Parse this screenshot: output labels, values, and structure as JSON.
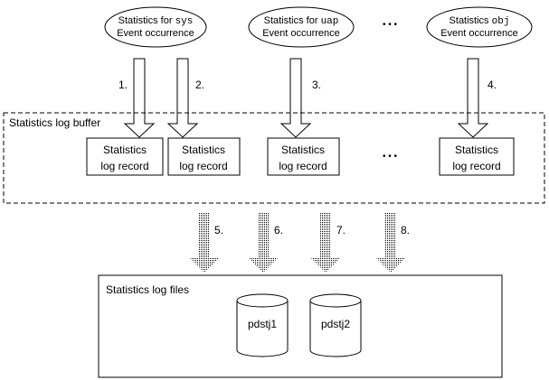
{
  "events": [
    {
      "prefix": "Statistics for ",
      "code": "sys",
      "suffix": "",
      "line2": "Event occurrence"
    },
    {
      "prefix": "Statistics for ",
      "code": "uap",
      "suffix": "",
      "line2": "Event occurrence"
    },
    {
      "prefix": "Statistics ",
      "code": "obj",
      "suffix": "",
      "line2": "Event occurrence"
    }
  ],
  "top_ellipsis": "• • •",
  "write_steps": [
    "1.",
    "2.",
    "3.",
    "4."
  ],
  "buffer": {
    "title": "Statistics log buffer",
    "record_line1": "Statistics",
    "record_line2": "log record",
    "ellipsis": "• • •"
  },
  "output_steps": [
    "5.",
    "6.",
    "7.",
    "8."
  ],
  "files": {
    "title": "Statistics log files",
    "items": [
      "pdstj1",
      "pdstj2"
    ]
  }
}
